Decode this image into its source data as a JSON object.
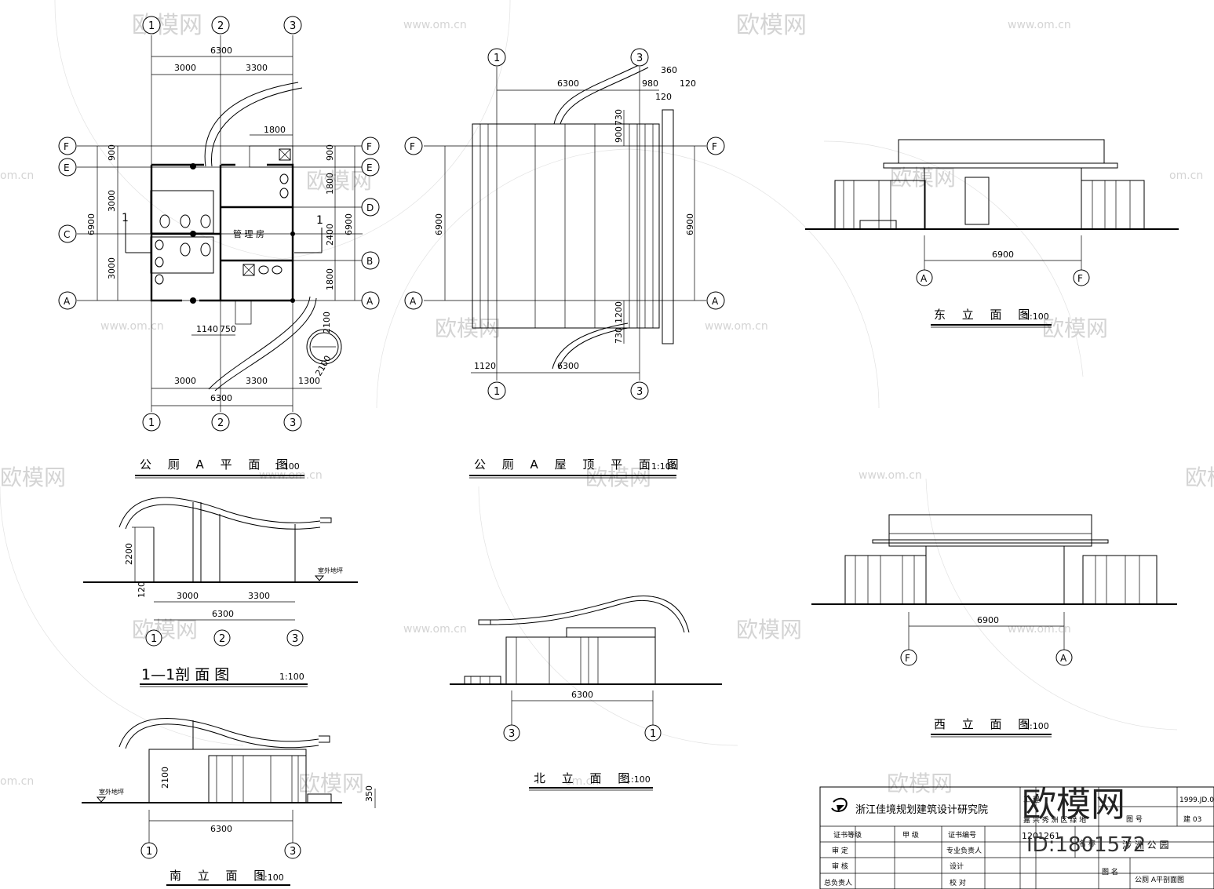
{
  "titles": {
    "plan": "公 厕 A 平 面 图",
    "roof": "公 厕 A 屋 顶 平 面 图",
    "east": "东 立 面 图",
    "west": "西 立 面 图",
    "section": "1—1剖 面 图",
    "north": "北 立 面 图",
    "south": "南 立 面 图",
    "scale": "1:100"
  },
  "grid": {
    "n1": "1",
    "n2": "2",
    "n3": "3",
    "a": "A",
    "b": "B",
    "c": "C",
    "d": "D",
    "e": "E",
    "f": "F"
  },
  "dims": {
    "d6300": "6300",
    "d3000": "3000",
    "d3300": "3300",
    "d1800": "1800",
    "d900": "900",
    "d6900": "6900",
    "d2400": "2400",
    "d1140": "1140",
    "d750": "750",
    "d2100": "2100",
    "d1300": "1300",
    "d980": "980",
    "d360": "360",
    "d120": "120",
    "d730": "730",
    "d1200": "1200",
    "d1120": "1120",
    "d2200": "2200",
    "d350": "350"
  },
  "labels": {
    "manager_room": "管 理 房",
    "section_mark": "1",
    "outdoor_level": "室外地坪"
  },
  "watermark": {
    "brand": "欧模网",
    "site": "www.om.cn",
    "site_short": "om.cn",
    "id": "ID:1801572"
  },
  "title_block": {
    "institute": "浙江佳境规划建筑设计研究院",
    "cert_level": "证书等级",
    "grade": "甲 级",
    "cert_no_label": "证书编号",
    "cert_no": "1201261",
    "project_label": "工 程",
    "project_name_label": "名 称",
    "project": "涉 洲 公 园",
    "drawing_name_label": "图 名",
    "drawing_name": "公厕 A平剖面图",
    "approve": "审 定",
    "review": "审 核",
    "chief": "总负责人",
    "discipline": "专业负责人",
    "design": "设计",
    "check": "校 对",
    "drawing_no": "1999.JD.0",
    "sheet_no": "建 03",
    "header_text": "嘉 兴 秀 洲 区 绿 地",
    "graph_label": "图 号"
  }
}
